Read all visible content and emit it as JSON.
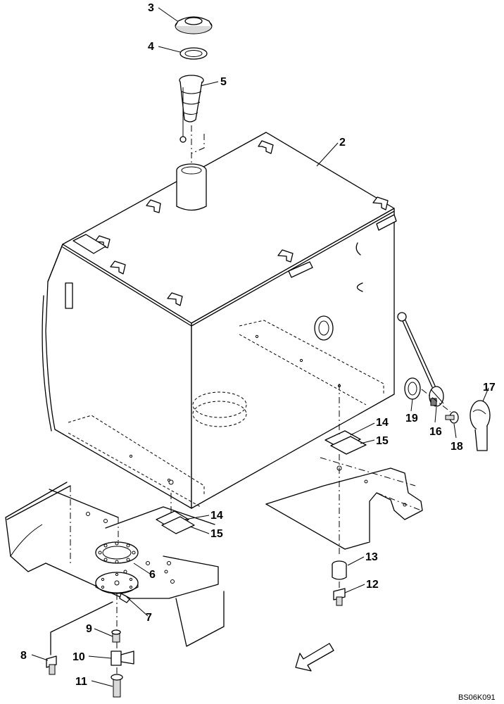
{
  "callouts": {
    "c2": "2",
    "c3": "3",
    "c4": "4",
    "c5": "5",
    "c6": "6",
    "c7": "7",
    "c8": "8",
    "c9": "9",
    "c10": "10",
    "c11": "11",
    "c12": "12",
    "c13": "13",
    "c14a": "14",
    "c15a": "15",
    "c14b": "14",
    "c15b": "15",
    "c16": "16",
    "c17": "17",
    "c18": "18",
    "c19": "19"
  },
  "drawing_code": "BS06K091",
  "colors": {
    "line": "#000000",
    "shade": "#d9d9d9",
    "dark": "#7a7a7a",
    "background": "#ffffff"
  }
}
